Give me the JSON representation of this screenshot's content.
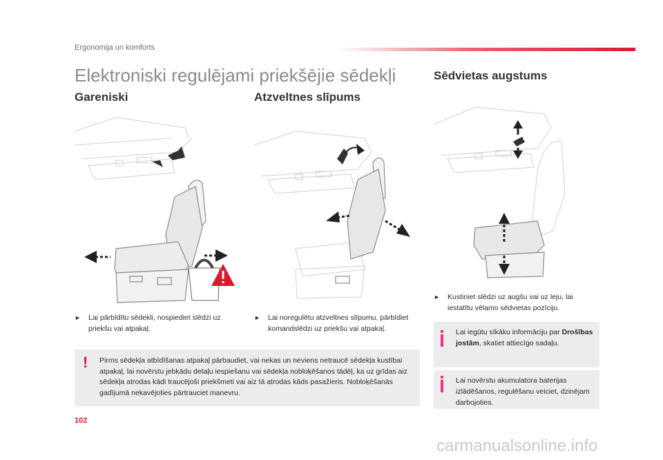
{
  "header": {
    "section": "Ergonomija un komforts",
    "accent_color": "#d8192e"
  },
  "title": "Elektroniski regulējami priekšējie sēdekļi",
  "columns": {
    "longitudinal": {
      "heading": "Gareniski",
      "instruction": "Lai pārbīdītu sēdekli, nospiediet slēdzi uz priekšu vai atpakaļ."
    },
    "backrest": {
      "heading": "Atzveltnes slīpums",
      "instruction": "Lai noregulētu atzveltnes slīpumu, pārbīdiet komandslēdzi uz priekšu vai atpakaļ."
    },
    "height": {
      "heading": "Sēdvietas augstums",
      "instruction": "Kustiniet slēdzi uz augšu vai uz leju, lai iestatītu vēlamo sēdvietas pozīciju."
    }
  },
  "warning": {
    "icon": "exclamation-icon",
    "text": "Pirms sēdekļa atbīdīšanas atpakaļ pārbaudiet, vai nekas un neviens netraucē sēdekļa kustībai atpakaļ, lai novērstu jebkādu detaļu iespiešanu vai sēdekļa nobloķēšanos tādēļ, ka uz grīdas aiz sēdekļa atrodas kādi traucējoši priekšmeti vai aiz tā atrodas kāds pasažieris. Nobloķēšanās gadījumā nekavējoties pārtrauciet manevru."
  },
  "info": [
    {
      "icon": "info-icon",
      "text_before": "Lai iegūtu sīkāku informāciju par ",
      "bold": "Drošības jostām",
      "text_after": ", skatiet attiecīgo sadaļu."
    },
    {
      "icon": "info-icon",
      "text": "Lai novērstu akumulatora baterijas izlādēšanos, regulēšanu veiciet, dzinējam darbojoties."
    }
  ],
  "page_number": "102",
  "watermark": "carmanualsonline.info"
}
